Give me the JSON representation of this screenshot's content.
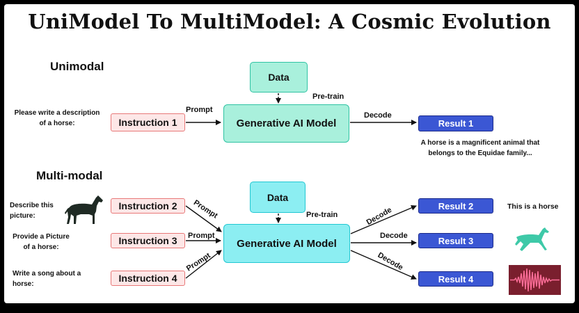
{
  "title": "UniModel To MultiModel: A Cosmic Evolution",
  "unimodal": {
    "heading": "Unimodal",
    "data_label": "Data",
    "pretrain_label": "Pre-train",
    "prompt_label": "Prompt",
    "model_label": "Generative AI Model",
    "decode_label": "Decode",
    "instruction_text": "Please write a description of a horse:",
    "instruction_label": "Instruction 1",
    "result_label": "Result 1",
    "result_text": "A horse is a magnificent animal that belongs to the Equidae family..."
  },
  "multimodal": {
    "heading": "Multi-modal",
    "data_label": "Data",
    "pretrain_label": "Pre-train",
    "model_label": "Generative AI Model",
    "prompt_label": "Prompt",
    "decode_label": "Decode",
    "instructions": [
      {
        "text": "Describe this picture:",
        "label": "Instruction 2"
      },
      {
        "text": "Provide a Picture of a horse:",
        "label": "Instruction 3"
      },
      {
        "text": "Write a song about a horse:",
        "label": "Instruction 4"
      }
    ],
    "results": [
      {
        "label": "Result 2",
        "output": "This is a horse"
      },
      {
        "label": "Result 3",
        "output_icon": "horse-image-icon"
      },
      {
        "label": "Result 4",
        "output_icon": "audio-waveform-icon"
      }
    ]
  },
  "colors": {
    "data_box": "#a9f0dc",
    "data_box_multimodal": "#8ceef2",
    "instruction_box": "#fde7e7",
    "instruction_border": "#e87878",
    "result_box": "#3b57d4",
    "waveform_background": "#7a1f2e",
    "waveform_line": "#ff6f9a"
  }
}
